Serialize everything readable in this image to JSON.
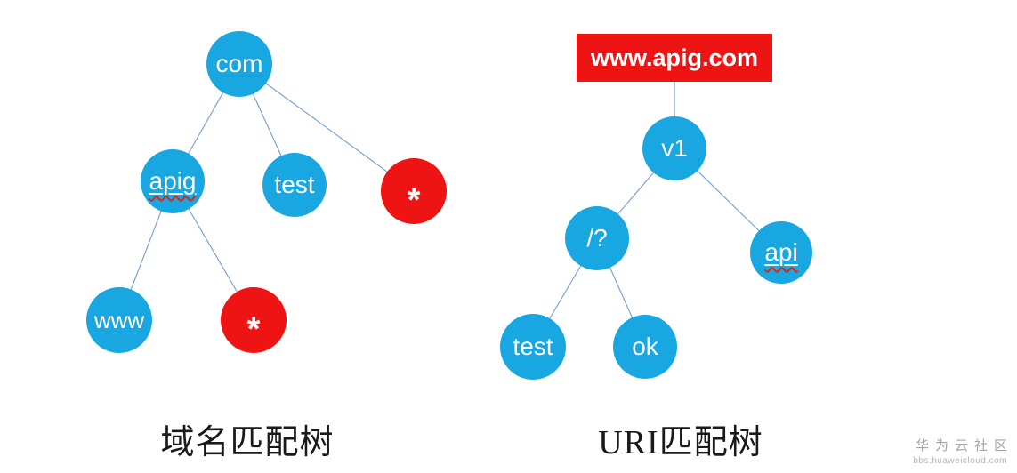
{
  "colors": {
    "node_blue": "#18a7e0",
    "node_red": "#ee1414",
    "root_box_red": "#ee1414",
    "edge_line": "#7da4d3",
    "node_text": "#ffffff",
    "caption_text": "#1a1a1a",
    "watermark_gray": "#a3a7aa"
  },
  "domain_tree": {
    "caption": "域名匹配树",
    "nodes": [
      {
        "id": "com",
        "label": "com",
        "color": "blue"
      },
      {
        "id": "apig",
        "label": "apig",
        "color": "blue",
        "spellcheck_underline": true
      },
      {
        "id": "test",
        "label": "test",
        "color": "blue"
      },
      {
        "id": "star-top",
        "label": "*",
        "color": "red"
      },
      {
        "id": "www",
        "label": "www",
        "color": "blue"
      },
      {
        "id": "star-bottom",
        "label": "*",
        "color": "red"
      }
    ],
    "edges": [
      [
        "com",
        "apig"
      ],
      [
        "com",
        "test"
      ],
      [
        "com",
        "star-top"
      ],
      [
        "apig",
        "www"
      ],
      [
        "apig",
        "star-bottom"
      ]
    ]
  },
  "uri_tree": {
    "caption": "URI匹配树",
    "root": {
      "id": "www.apig.com",
      "label": "www.apig.com",
      "shape": "rect",
      "color": "red"
    },
    "nodes": [
      {
        "id": "v1",
        "label": "v1",
        "color": "blue"
      },
      {
        "id": "slash-q",
        "label": "/?",
        "color": "blue"
      },
      {
        "id": "api",
        "label": "api",
        "color": "blue",
        "spellcheck_underline": true
      },
      {
        "id": "test",
        "label": "test",
        "color": "blue"
      },
      {
        "id": "ok",
        "label": "ok",
        "color": "blue"
      }
    ],
    "edges": [
      [
        "www.apig.com",
        "v1"
      ],
      [
        "v1",
        "slash-q"
      ],
      [
        "v1",
        "api"
      ],
      [
        "slash-q",
        "test"
      ],
      [
        "slash-q",
        "ok"
      ]
    ]
  },
  "watermark": {
    "line1": "华为云社区",
    "line2": "bbs.huaweicloud.com"
  }
}
